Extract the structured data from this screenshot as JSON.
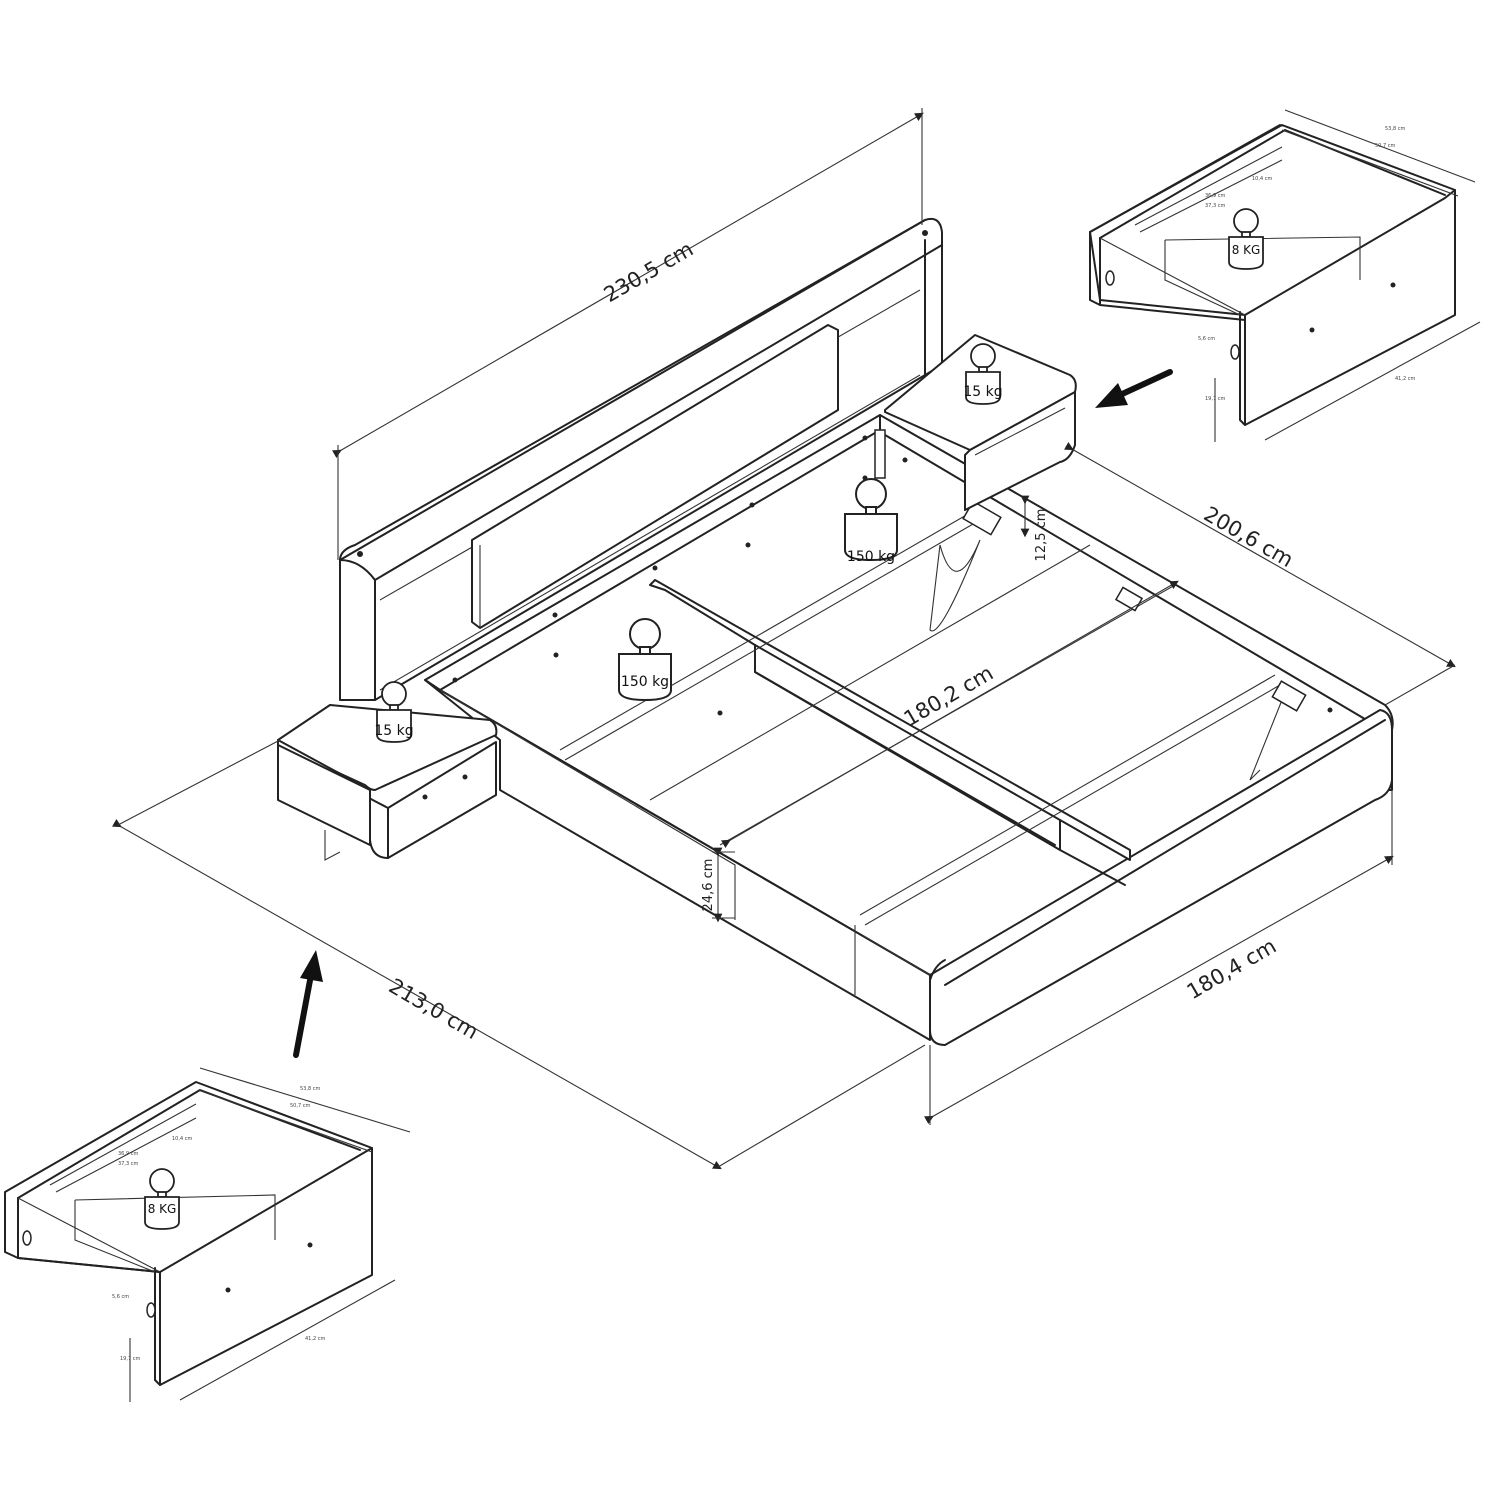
{
  "dimensions": {
    "headboard_width": "230,5 cm",
    "frame_length": "200,6 cm",
    "inner_width": "180,2 cm",
    "overall_length": "213,0 cm",
    "frame_width": "180,4 cm",
    "frame_height": "24,6 cm",
    "clearance_height": "12,5 cm"
  },
  "loads": {
    "nightstand_right": "15 kg",
    "nightstand_left": "15 kg",
    "bed_center_back": "150 kg",
    "bed_center_front": "150 kg",
    "drawer_top_right": "8 KG",
    "drawer_bottom_left": "8 KG"
  },
  "drawer_labels": {
    "d1": "53,8 cm",
    "d2": "50,7 cm",
    "d3": "36,9 cm",
    "d4": "37,3 cm",
    "d5": "10,4 cm",
    "d6": "5,6 cm",
    "d7": "19,7 cm",
    "d8": "41,2 cm"
  },
  "icons": [
    "arrow-up-icon",
    "arrow-left-icon",
    "weight-icon"
  ]
}
